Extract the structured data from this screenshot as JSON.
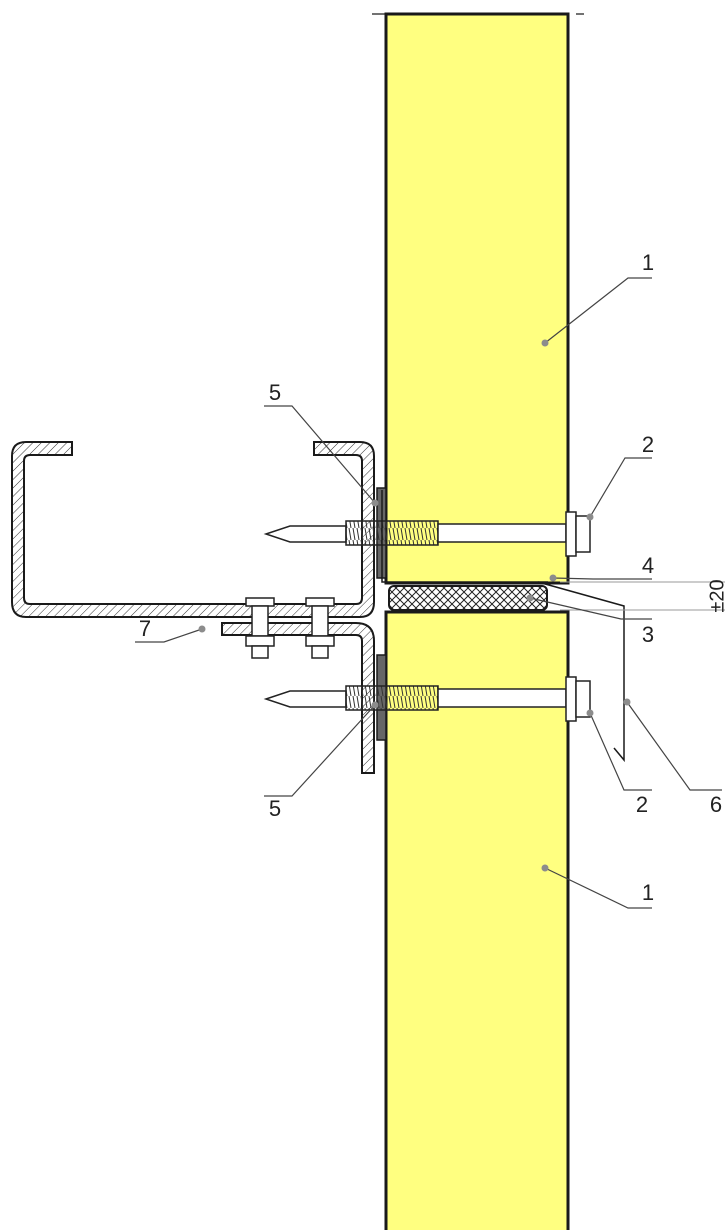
{
  "drawing": {
    "callouts": {
      "panel_upper": "1",
      "panel_lower": "1",
      "screw_upper": "2",
      "screw_lower": "2",
      "sealing_tape": "3",
      "joint_gap": "4",
      "washer_upper": "5",
      "washer_lower": "5",
      "flashing": "6",
      "purlin": "7"
    },
    "dimension": {
      "tolerance": "±20"
    },
    "colors": {
      "panel_fill": "#FFFF80",
      "line": "#1a1a1a",
      "leader": "#444444",
      "leader_dot": "#8c8c8c",
      "dimension_line": "#9a9a9a"
    }
  }
}
